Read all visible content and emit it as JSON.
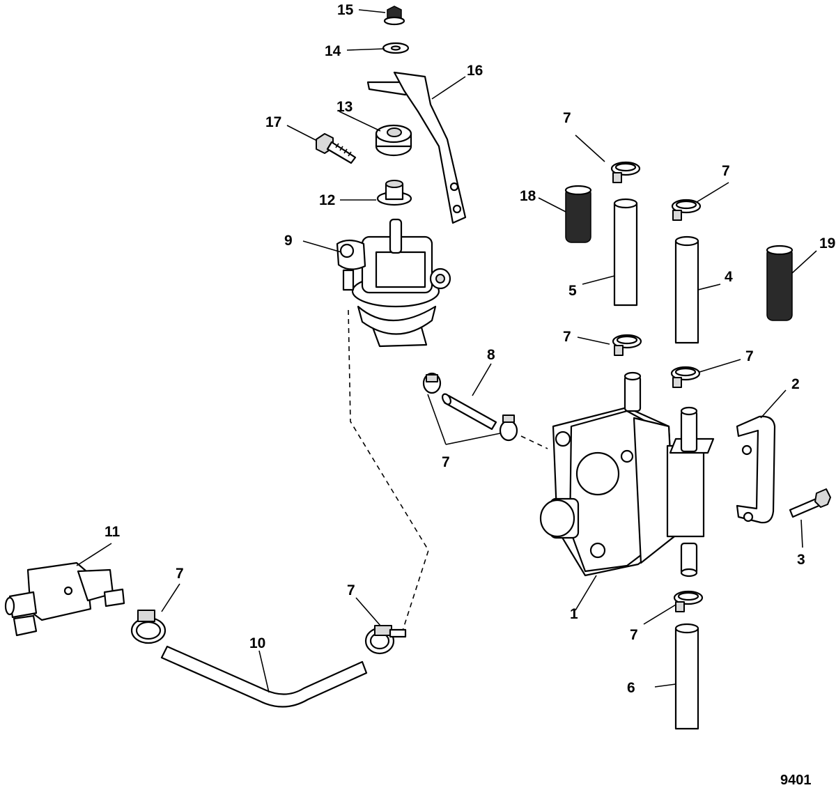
{
  "callouts": {
    "c1": "1",
    "c2": "2",
    "c3": "3",
    "c4": "4",
    "c5": "5",
    "c6": "6",
    "c7a": "7",
    "c7b": "7",
    "c7c": "7",
    "c7d": "7",
    "c7e": "7",
    "c7f": "7",
    "c7g": "7",
    "c7h": "7",
    "c8": "8",
    "c9": "9",
    "c10": "10",
    "c11": "11",
    "c12": "12",
    "c13": "13",
    "c14": "14",
    "c15": "15",
    "c16": "16",
    "c17": "17",
    "c18": "18",
    "c19": "19"
  },
  "drawing_number": "9401"
}
